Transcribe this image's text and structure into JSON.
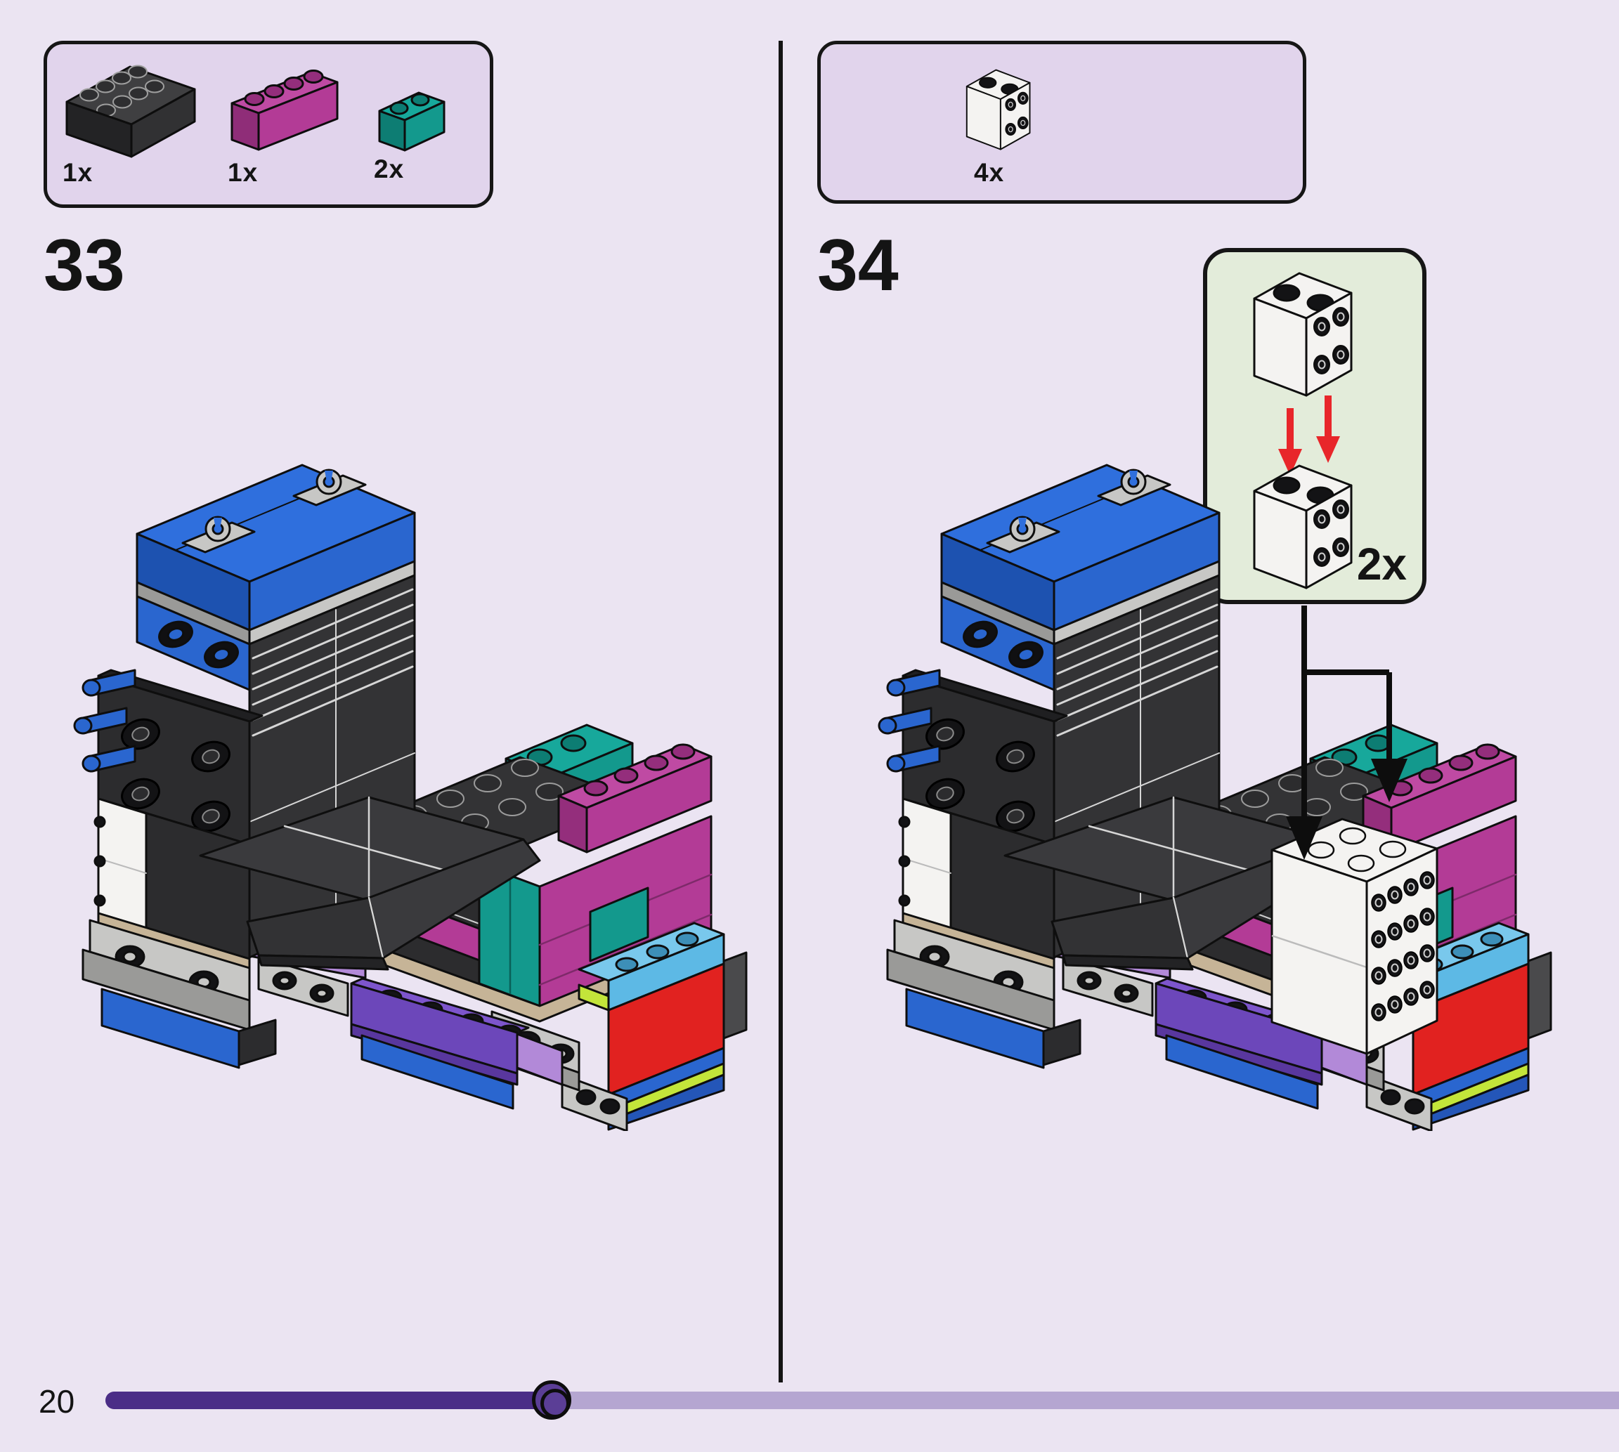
{
  "page": {
    "number": "20",
    "background_color": "#ebe4f2",
    "divider_color": "#141414"
  },
  "steps": [
    {
      "number": "33",
      "parts": [
        {
          "name": "brick-2x4-black",
          "count": "1x",
          "color": "#333335"
        },
        {
          "name": "brick-1x4-magenta",
          "count": "1x",
          "color": "#b33b96"
        },
        {
          "name": "brick-1x2-teal",
          "count": "2x",
          "color": "#13998d"
        }
      ]
    },
    {
      "number": "34",
      "parts": [
        {
          "name": "brick-1x2x2-side-studs-white",
          "count": "4x",
          "color": "#f4f3f1"
        }
      ],
      "callout": {
        "count": "2x",
        "background_color": "#e3ecda",
        "arrow_color": "#e8262a",
        "content": "stack two white 1x2x2 side-stud bricks"
      }
    }
  ],
  "model_palette": {
    "black_brick": "#333335",
    "blue": "#2a66cf",
    "light_gray": "#c7c7c5",
    "teal": "#13998d",
    "magenta": "#b33b96",
    "bright_purple": "#6c47ba",
    "lavender": "#b289d8",
    "tan": "#c6b497",
    "azure": "#5db9e5",
    "red": "#e12220",
    "lime": "#c3e53a",
    "white_brick": "#f4f3f1"
  },
  "progress": {
    "page_label": "20",
    "value_fraction": 0.295,
    "track_color": "#b5a6d1",
    "fill_color": "#4b2d87",
    "knob_color": "#5b3e96"
  }
}
